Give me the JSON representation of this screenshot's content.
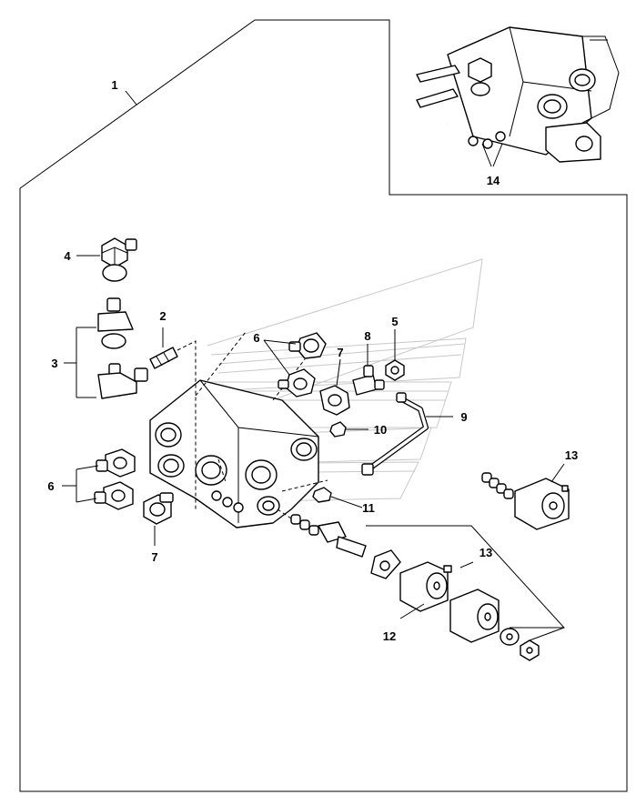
{
  "callouts": {
    "c1": "1",
    "c2": "2",
    "c3": "3",
    "c4": "4",
    "c5": "5",
    "c6_top": "6",
    "c6_left": "6",
    "c7_top": "7",
    "c7_bottom": "7",
    "c8": "8",
    "c9": "9",
    "c10": "10",
    "c11": "11",
    "c12": "12",
    "c13_right": "13",
    "c13_lower": "13",
    "c14": "14"
  }
}
